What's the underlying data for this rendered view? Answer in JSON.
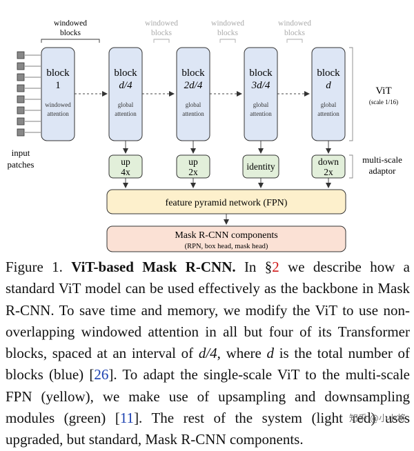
{
  "figure": {
    "input_label_1": "input",
    "input_label_2": "patches",
    "windowed_group_label_1": "windowed",
    "windowed_group_label_2": "blocks",
    "blocks": [
      {
        "title": "block",
        "index": "1",
        "sub1": "windowed",
        "sub2": "attention"
      },
      {
        "title": "block",
        "index": "d/4",
        "sub1": "global",
        "sub2": "attention"
      },
      {
        "title": "block",
        "index": "2d/4",
        "sub1": "global",
        "sub2": "attention"
      },
      {
        "title": "block",
        "index": "3d/4",
        "sub1": "global",
        "sub2": "attention"
      },
      {
        "title": "block",
        "index": "d",
        "sub1": "global",
        "sub2": "attention"
      }
    ],
    "vit_label": "ViT",
    "vit_scale": "(scale 1/16)",
    "adaptors": [
      {
        "line1": "up",
        "line2": "4x"
      },
      {
        "line1": "up",
        "line2": "2x"
      },
      {
        "line1": "identity",
        "line2": ""
      },
      {
        "line1": "down",
        "line2": "2x"
      }
    ],
    "multiscale_label_1": "multi-scale",
    "multiscale_label_2": "adaptor",
    "fpn_label": "feature pyramid network (FPN)",
    "maskrcnn_label": "Mask R-CNN components",
    "maskrcnn_sub": "(RPN, box head, mask head)",
    "colors": {
      "block_fill": "#dde6f5",
      "adaptor_fill": "#e2efda",
      "fpn_fill": "#fdf0cc",
      "maskrcnn_fill": "#fbe1d5",
      "stroke": "#333333",
      "faded_text": "#aaaaaa"
    }
  },
  "caption": {
    "figure_label": "Figure 1.",
    "title": "ViT-based Mask R-CNN.",
    "t1": "In §",
    "ref_section": "2",
    "t2": " we describe how a standard ViT model can be used effectively as the backbone in Mask R-CNN. To save time and memory, we modify the ViT to use non-overlapping windowed attention in all but four of its Transformer blocks, spaced at an interval of ",
    "math_interval": "d/4",
    "t3": ", where ",
    "math_d": "d",
    "t4": " is the total number of blocks (blue) [",
    "ref_26": "26",
    "t5": "]. To adapt the single-scale ViT to the multi-scale FPN (yellow), we make use of upsampling and downsampling modules (green) [",
    "ref_11": "11",
    "t6": "]. The rest of the system (light red) uses upgraded, but standard, Mask R-CNN components."
  },
  "watermark": {
    "site": "知乎",
    "author": "@小小将"
  }
}
